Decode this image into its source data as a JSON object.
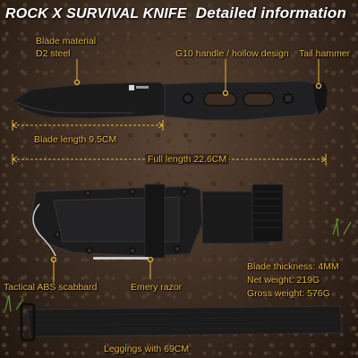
{
  "header": {
    "title": "ROCK X SURVIVAL KNIFE",
    "subtitle": "Detailed information"
  },
  "labels": {
    "blade_material": "Blade material",
    "blade_steel": "D2 steel",
    "handle": "G10 handle / hollow design",
    "tail_hammer": "Tail hammer",
    "blade_length": "Blade length 9.5CM",
    "full_length": "Full length 22.6CM",
    "scabbard": "Tactical ABS scabbard",
    "emery_razor": "Emery razor",
    "blade_thickness": "Blade thickness: 4MM",
    "net_weight": "Net weight: 219G",
    "gross_weight": "Gross weight: 576G",
    "leggings": "Leggings with 69CM"
  },
  "colors": {
    "accent": "#e7b13b",
    "title": "#ffffff",
    "soil": "#3b2b20",
    "knife": "#1e1e1f"
  }
}
